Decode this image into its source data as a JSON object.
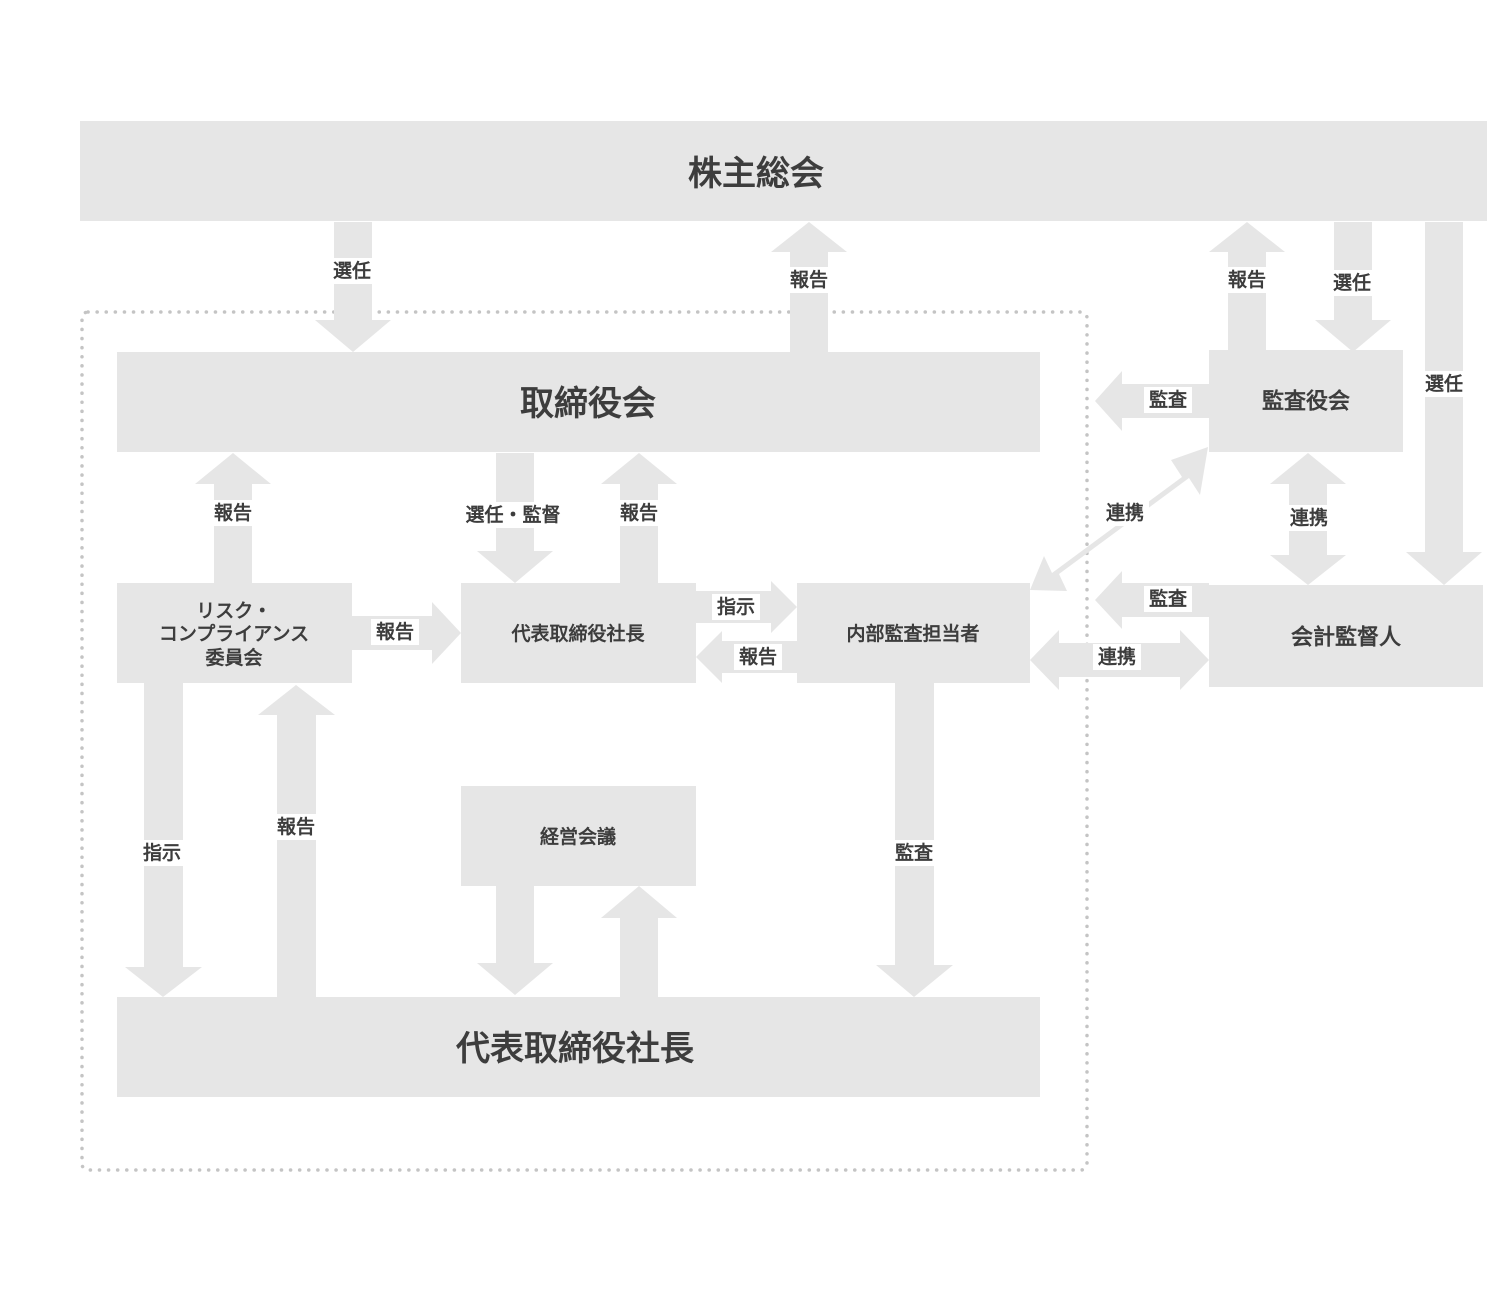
{
  "boxes": {
    "shareholders_meeting": "株主総会",
    "board_of_directors": "取締役会",
    "audit_board": "監査役会",
    "risk_committee": [
      "リスク・",
      "コンプライアンス",
      "委員会"
    ],
    "president_mid": "代表取締役社長",
    "internal_auditor": "内部監査担当者",
    "accounting_auditor": "会計監督人",
    "management_meeting": "経営会議",
    "president_bottom": "代表取締役社長"
  },
  "labels": {
    "elect_board": "選任",
    "report_board_to_shareholders": "報告",
    "report_audit_to_shareholders": "報告",
    "elect_audit_board": "選任",
    "elect_accounting": "選任",
    "audit_board_check": "監査",
    "risk_report_to_board": "報告",
    "board_elect_supervise": "選任・監督",
    "president_report_to_board": "報告",
    "risk_report_to_president": "報告",
    "instruct_internal": "指示",
    "internal_report_to_president": "報告",
    "cooperation_internal_audit": "連携",
    "cooperation_audit_accounting": "連携",
    "accounting_audit_check": "監査",
    "cooperation_internal_accounting": "連携",
    "instruct_president_bottom": "指示",
    "report_up_to_risk": "報告",
    "internal_audit_down": "監査"
  }
}
